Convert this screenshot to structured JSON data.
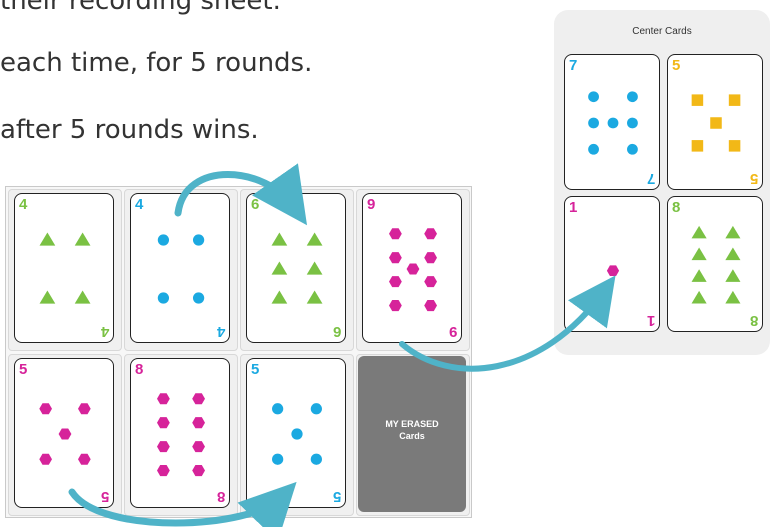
{
  "instructions": {
    "line1": "their recording sheet.",
    "line2": "each time, for 5 rounds.",
    "line3": "after 5 rounds wins."
  },
  "player_cards": [
    {
      "number": "4",
      "color": "#7ac143",
      "shape": "triangle",
      "count": 4
    },
    {
      "number": "4",
      "color": "#1ba9e1",
      "shape": "circle",
      "count": 4
    },
    {
      "number": "6",
      "color": "#7ac143",
      "shape": "triangle",
      "count": 6
    },
    {
      "number": "9",
      "color": "#d6239a",
      "shape": "hexagon",
      "count": 9
    },
    {
      "number": "5",
      "color": "#d6239a",
      "shape": "hexagon",
      "count": 5
    },
    {
      "number": "8",
      "color": "#d6239a",
      "shape": "hexagon",
      "count": 8
    },
    {
      "number": "5",
      "color": "#1ba9e1",
      "shape": "circle",
      "count": 5
    }
  ],
  "erased_slot": {
    "line1": "MY ERASED",
    "line2": "Cards"
  },
  "center": {
    "title": "Center Cards",
    "cards": [
      {
        "number": "7",
        "color": "#1ba9e1",
        "shape": "circle",
        "count": 7
      },
      {
        "number": "5",
        "color": "#f2b817",
        "shape": "square",
        "count": 5
      },
      {
        "number": "1",
        "color": "#d6239a",
        "shape": "hexagon",
        "count": 1
      },
      {
        "number": "8",
        "color": "#7ac143",
        "shape": "triangle",
        "count": 8
      }
    ]
  },
  "arrow_color": "#4fb3c8"
}
